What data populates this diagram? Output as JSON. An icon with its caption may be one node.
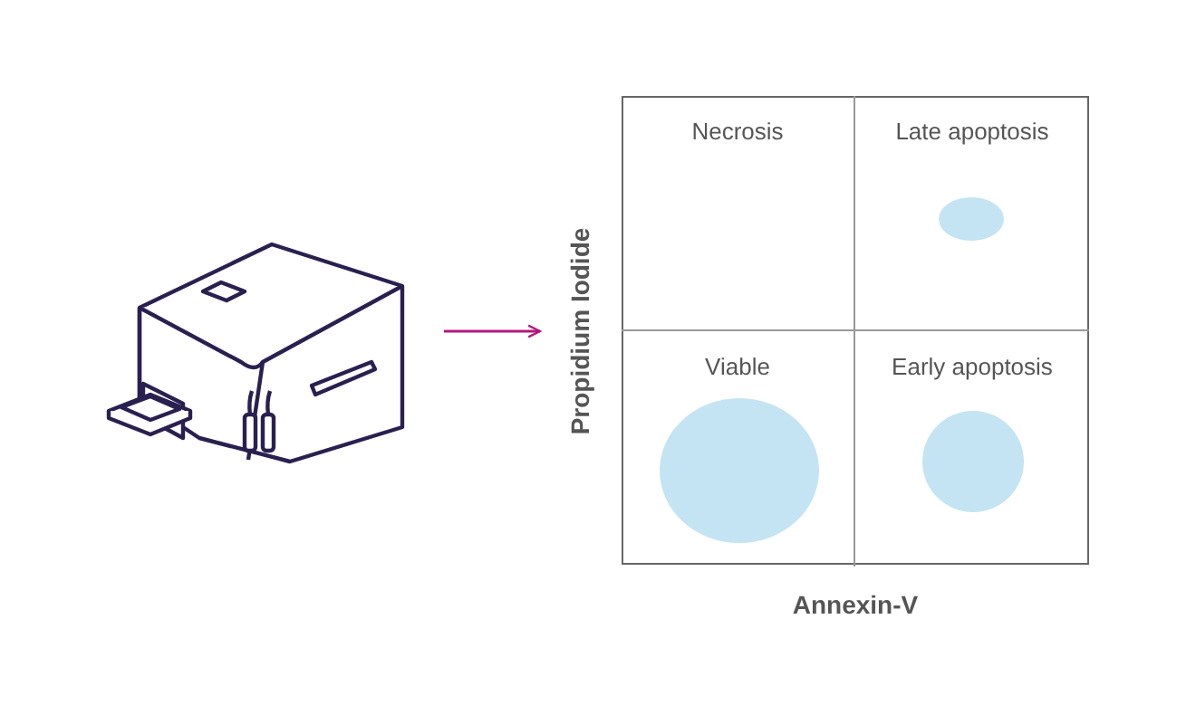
{
  "diagram": {
    "nodes": [
      {
        "text": [],
        "shape": "picture"
      },
      {
        "text": [],
        "shape": "box"
      },
      {
        "text": [
          "Necrosis"
        ],
        "in": 1
      },
      {
        "text": [
          "Late apoptosis"
        ],
        "in": 1
      },
      {
        "text": [
          "Viable"
        ],
        "in": 1
      },
      {
        "text": [
          "Early apoptosis"
        ],
        "in": 1
      }
    ],
    "edges": [
      {
        "from": 0,
        "to": 1,
        "arrow": "to"
      }
    ],
    "labels": [
      "Propidium Iodide",
      "Annexin-V"
    ]
  }
}
